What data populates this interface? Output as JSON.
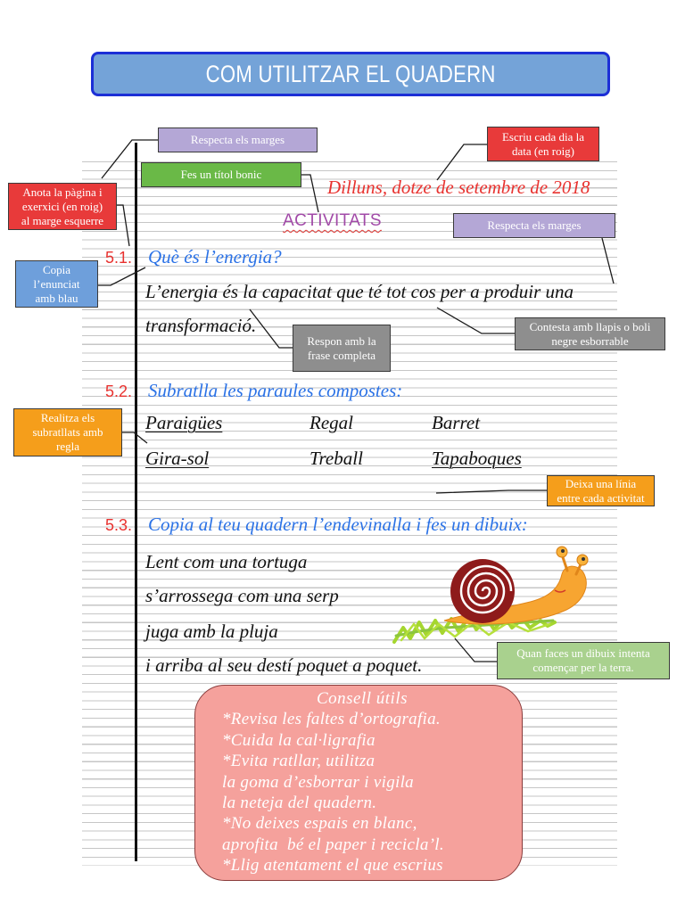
{
  "title": "COM UTILITZAR EL QUADERN",
  "date": "Dilluns, dotze de setembre de 2018",
  "heading": "ACTIVITATS",
  "callouts": {
    "respecta_marges_1": {
      "lines": [
        "Respecta els marges"
      ]
    },
    "titol_bonic": {
      "lines": [
        "Fes un títol bonic"
      ]
    },
    "data_roig": {
      "lines": [
        "Escriu cada dia la",
        "data (en roig)"
      ]
    },
    "anota_pagina": {
      "lines": [
        "Anota la pàgina i",
        "exerxici (en roig)",
        "al marge esquerre"
      ]
    },
    "respecta_marges_2": {
      "lines": [
        "Respecta els marges"
      ]
    },
    "copia_blau": {
      "lines": [
        "Copia",
        "l’enunciat",
        "amb blau"
      ]
    },
    "respon_frase": {
      "lines": [
        "Respon amb la",
        "frase completa"
      ]
    },
    "contesta_llapis": {
      "lines": [
        "Contesta amb llapis o boli",
        "negre esborrable"
      ]
    },
    "subratllats_regla": {
      "lines": [
        "Realitza els",
        "subratllats amb",
        "regla"
      ]
    },
    "deixa_linia": {
      "lines": [
        "Deixa una línia",
        "entre cada activitat"
      ]
    },
    "dibuix_terra": {
      "lines": [
        "Quan faces un dibuix intenta",
        "començar per la terra."
      ]
    }
  },
  "exercises": [
    {
      "number": "5.1.",
      "statement": "Què és l’energia?",
      "answer": [
        "L’energia és la capacitat que té tot cos per a produir una",
        "transformació."
      ]
    },
    {
      "number": "5.2.",
      "statement": "Subratlla les paraules compostes:",
      "words": [
        [
          {
            "text": "Paraigües",
            "underlined": true
          },
          {
            "text": "Regal",
            "underlined": false
          },
          {
            "text": "Barret",
            "underlined": false
          }
        ],
        [
          {
            "text": "Gira-sol",
            "underlined": true
          },
          {
            "text": "Treball",
            "underlined": false
          },
          {
            "text": "Tapaboques",
            "underlined": true
          }
        ]
      ]
    },
    {
      "number": "5.3.",
      "statement": "Copia al teu quadern l’endevinalla i fes un dibuix:",
      "riddle": [
        "Lent com una tortuga",
        "s’arrossega com una serp",
        "juga amb la pluja",
        "i arriba al seu destí poquet a poquet."
      ]
    }
  ],
  "illustration": "snail-on-grass-drawing",
  "tips": {
    "title": "Consell útils",
    "lines": [
      "*Revisa les faltes d’ortografia.",
      "*Cuida la cal·ligrafia",
      "*Evita ratllar, utilitza",
      "la goma d’esborrar i vigila",
      "la neteja del quadern.",
      "*No deixes espais en blanc,",
      "aprofita  bé el paper i recicla’l.",
      "*Llig atentament el que escrius"
    ]
  },
  "colors": {
    "title_fill": "#74a3d8",
    "title_border": "#1c2fd6",
    "callout_lavender": "#b4a7d6",
    "callout_green": "#6ab947",
    "callout_red": "#e83a3a",
    "callout_blue": "#6e9fdb",
    "callout_gray": "#8e8e8e",
    "callout_orange": "#f59e1b",
    "callout_light_green": "#a9d18e",
    "tips_fill": "#f5a19c",
    "ink_red": "#e8322f",
    "ink_blue": "#2b72e6",
    "ink_purple": "#a24aa8",
    "ink_black": "#111111"
  }
}
